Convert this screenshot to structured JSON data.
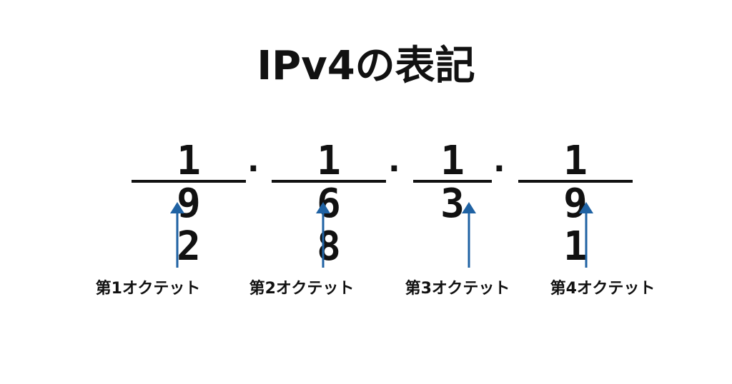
{
  "title": "IPv4の表記",
  "address": {
    "octets": [
      "1 9 2",
      "1 6 8",
      "1 3",
      "1 9 1"
    ],
    "separator": "."
  },
  "labels": [
    "第1オクテット",
    "第2オクテット",
    "第3オクテット",
    "第4オクテット"
  ],
  "colors": {
    "arrow": "#1f62a3",
    "text": "#111111",
    "background": "#ffffff"
  },
  "icons": [
    "arrow-up-icon"
  ]
}
